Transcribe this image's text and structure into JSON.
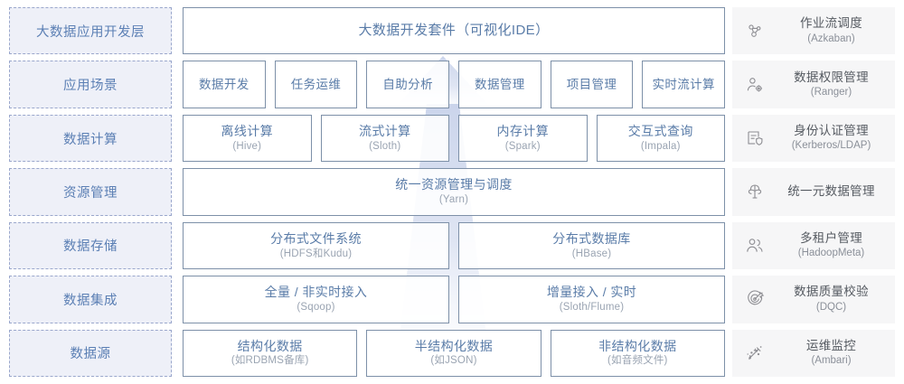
{
  "colors": {
    "label_fill": "#eef0f8",
    "label_border": "#9aa7cc",
    "label_text": "#5b7fb4",
    "cell_border": "#7d90a8",
    "cell_text": "#5a7ca8",
    "cell_subtext": "#9aa4b2",
    "sidebar_fill": "#f6f6f7",
    "sidebar_text": "#555a61",
    "arrow_fill": "#dfe4f2"
  },
  "layers": [
    {
      "label": "大数据应用开发层"
    },
    {
      "label": "应用场景"
    },
    {
      "label": "数据计算"
    },
    {
      "label": "资源管理"
    },
    {
      "label": "数据存储"
    },
    {
      "label": "数据集成"
    },
    {
      "label": "数据源"
    }
  ],
  "rows": [
    {
      "key": "app-dev-layer",
      "cells": [
        {
          "title": "大数据开发套件（可视化IDE）",
          "sub": ""
        }
      ]
    },
    {
      "key": "scenario",
      "cells": [
        {
          "title": "数据开发",
          "sub": ""
        },
        {
          "title": "任务运维",
          "sub": ""
        },
        {
          "title": "自助分析",
          "sub": ""
        },
        {
          "title": "数据管理",
          "sub": ""
        },
        {
          "title": "项目管理",
          "sub": ""
        },
        {
          "title": "实时流计算",
          "sub": ""
        }
      ]
    },
    {
      "key": "compute",
      "cells": [
        {
          "title": "离线计算",
          "sub": "(Hive)"
        },
        {
          "title": "流式计算",
          "sub": "(Sloth)"
        },
        {
          "title": "内存计算",
          "sub": "(Spark)"
        },
        {
          "title": "交互式查询",
          "sub": "(Impala)"
        }
      ]
    },
    {
      "key": "resource",
      "cells": [
        {
          "title": "统一资源管理与调度",
          "sub": "(Yarn)"
        }
      ]
    },
    {
      "key": "storage",
      "cells": [
        {
          "title": "分布式文件系统",
          "sub": "(HDFS和Kudu)"
        },
        {
          "title": "分布式数据库",
          "sub": "(HBase)"
        }
      ]
    },
    {
      "key": "integration",
      "cells": [
        {
          "title": "全量 / 非实时接入",
          "sub": "(Sqoop)"
        },
        {
          "title": "增量接入 / 实时",
          "sub": "(Sloth/Flume)"
        }
      ]
    },
    {
      "key": "datasource",
      "cells": [
        {
          "title": "结构化数据",
          "sub": "(如RDBMS备库)"
        },
        {
          "title": "半结构化数据",
          "sub": "(如JSON)"
        },
        {
          "title": "非结构化数据",
          "sub": "(如音频文件)"
        }
      ]
    }
  ],
  "sidebar": {
    "items": [
      {
        "icon": "workflow-schedule-icon",
        "title": "作业流调度",
        "sub": "(Azkaban)"
      },
      {
        "icon": "user-permission-icon",
        "title": "数据权限管理",
        "sub": "(Ranger)"
      },
      {
        "icon": "document-shield-icon",
        "title": "身份认证管理",
        "sub": "(Kerberos/LDAP)"
      },
      {
        "icon": "metadata-tree-icon",
        "title": "统一元数据管理",
        "sub": ""
      },
      {
        "icon": "multi-tenant-users-icon",
        "title": "多租户管理",
        "sub": "(HadoopMeta)"
      },
      {
        "icon": "target-quality-icon",
        "title": "数据质量校验",
        "sub": "(DQC)"
      },
      {
        "icon": "monitoring-sparkle-icon",
        "title": "运维监控",
        "sub": "(Ambari)"
      }
    ]
  }
}
